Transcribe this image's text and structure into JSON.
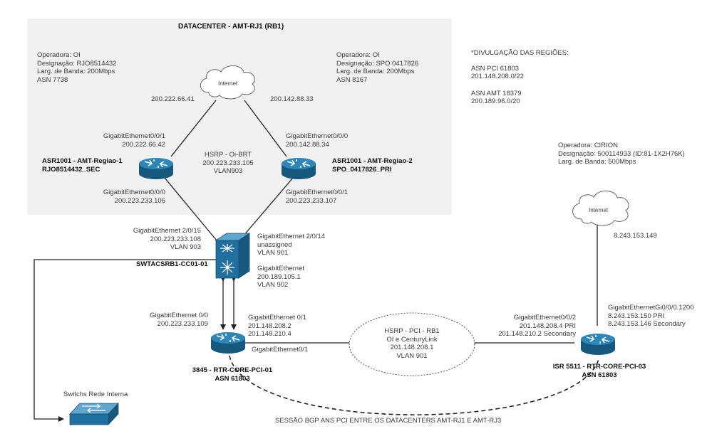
{
  "datacenter_title": "DATACENTER - AMT-RJ1 (RB1)",
  "oi_left": [
    "Operadora: OI",
    "Designação: RJO8514432",
    "Larg. de Banda: 200Mbps",
    "ASN 7738"
  ],
  "oi_right": [
    "Operadora: OI",
    "Designação: SPO 0417826",
    "Larg. de Banda: 200Mbps",
    "ASN 8167"
  ],
  "regions": [
    "*DIVULGAÇÃO DAS REGIÕES:",
    "ASN PCI 61803",
    "201.148.208.0/22",
    "ASN AMT 18379",
    "200.189.96.0/20"
  ],
  "cirion": [
    "Operadora: CIRION",
    "Designação: 500114933 (ID:81-1X2H76K)",
    "Larg. de Banda: 500Mbps"
  ],
  "cloud_internet_left": "Internet",
  "cloud_internet_right": "Internet",
  "ip_left_link": "200.222.66.41",
  "ip_right_link": "200.142.88.33",
  "ip_cirion_link": "8.243.153.149",
  "r1": {
    "if_top": [
      "GigabitEthernet0/0/1",
      "200.222.66.42"
    ],
    "name": [
      "ASR1001 - AMT-Regiao-1",
      "RJO8514432_SEC"
    ],
    "if_bottom": [
      "GigabitEthernet0/0/0",
      "200.223.233.106"
    ]
  },
  "r2": {
    "if_top": [
      "GigabitEthernet0/0/0",
      "200.142.88.34"
    ],
    "name": [
      "ASR1001 - AMT-Regiao-2",
      "SPO_0417826_PRI"
    ],
    "if_bottom": [
      "GigabitEthernet0/0/1",
      "200.223.233.107"
    ]
  },
  "hsrp_oi": [
    "HSRP - Oi-BRT",
    "200.223.233.105",
    "VLAN903"
  ],
  "switch": {
    "if_left": [
      "GigabitEthernet 2/0/15",
      "200.223.233.108",
      "VLAN 903"
    ],
    "name": "SWTACSRB1-CC01-01",
    "if_right_top": [
      "GigabitEthernet 2/0/14",
      "unassigned",
      "VLAN 901"
    ],
    "if_right_bottom": [
      "GigabitEthernet",
      "200.189.105.1",
      "VLAN 902"
    ]
  },
  "r3845": {
    "if_left": [
      "GigabitEthernet 0/0",
      "200.223.233.109"
    ],
    "if_right": [
      "GigabitEthernet 0/1",
      "201.148.208.2",
      "201.148.210.4"
    ],
    "if_link": "GigabitEthernet0/1",
    "name": [
      "3845 - RTR-CORE-PCI-01",
      "ASN 61803"
    ]
  },
  "hsrp_pci": [
    "HSRP - PCI - RB1",
    "OI e CenturyLink",
    "201.148.208.1",
    "VLAN 901"
  ],
  "isr": {
    "if_left": [
      "GigabitEthernet0/0/2",
      "201.148.208.4 PRI",
      "201.148.210.2 Secondary"
    ],
    "if_right": [
      "GigabitEthernetGi0/0/0.1200",
      "8.243.153.150 PRI",
      "8.243.153.146 Secondary"
    ],
    "name": [
      "ISR 5511 - RTR-CORE-PCI-03",
      "ASN 61803"
    ]
  },
  "switch_interna": "Switchs Rede Interna",
  "bgp_caption": "SESSÃO BGP ANS PCI ENTRE OS DATACENTERS AMT-RJ1 E AMT-RJ3",
  "colors": {
    "router": "#1f6f9f",
    "router_dark": "#17587f",
    "box": "#f1f1f1",
    "line": "#222222"
  }
}
